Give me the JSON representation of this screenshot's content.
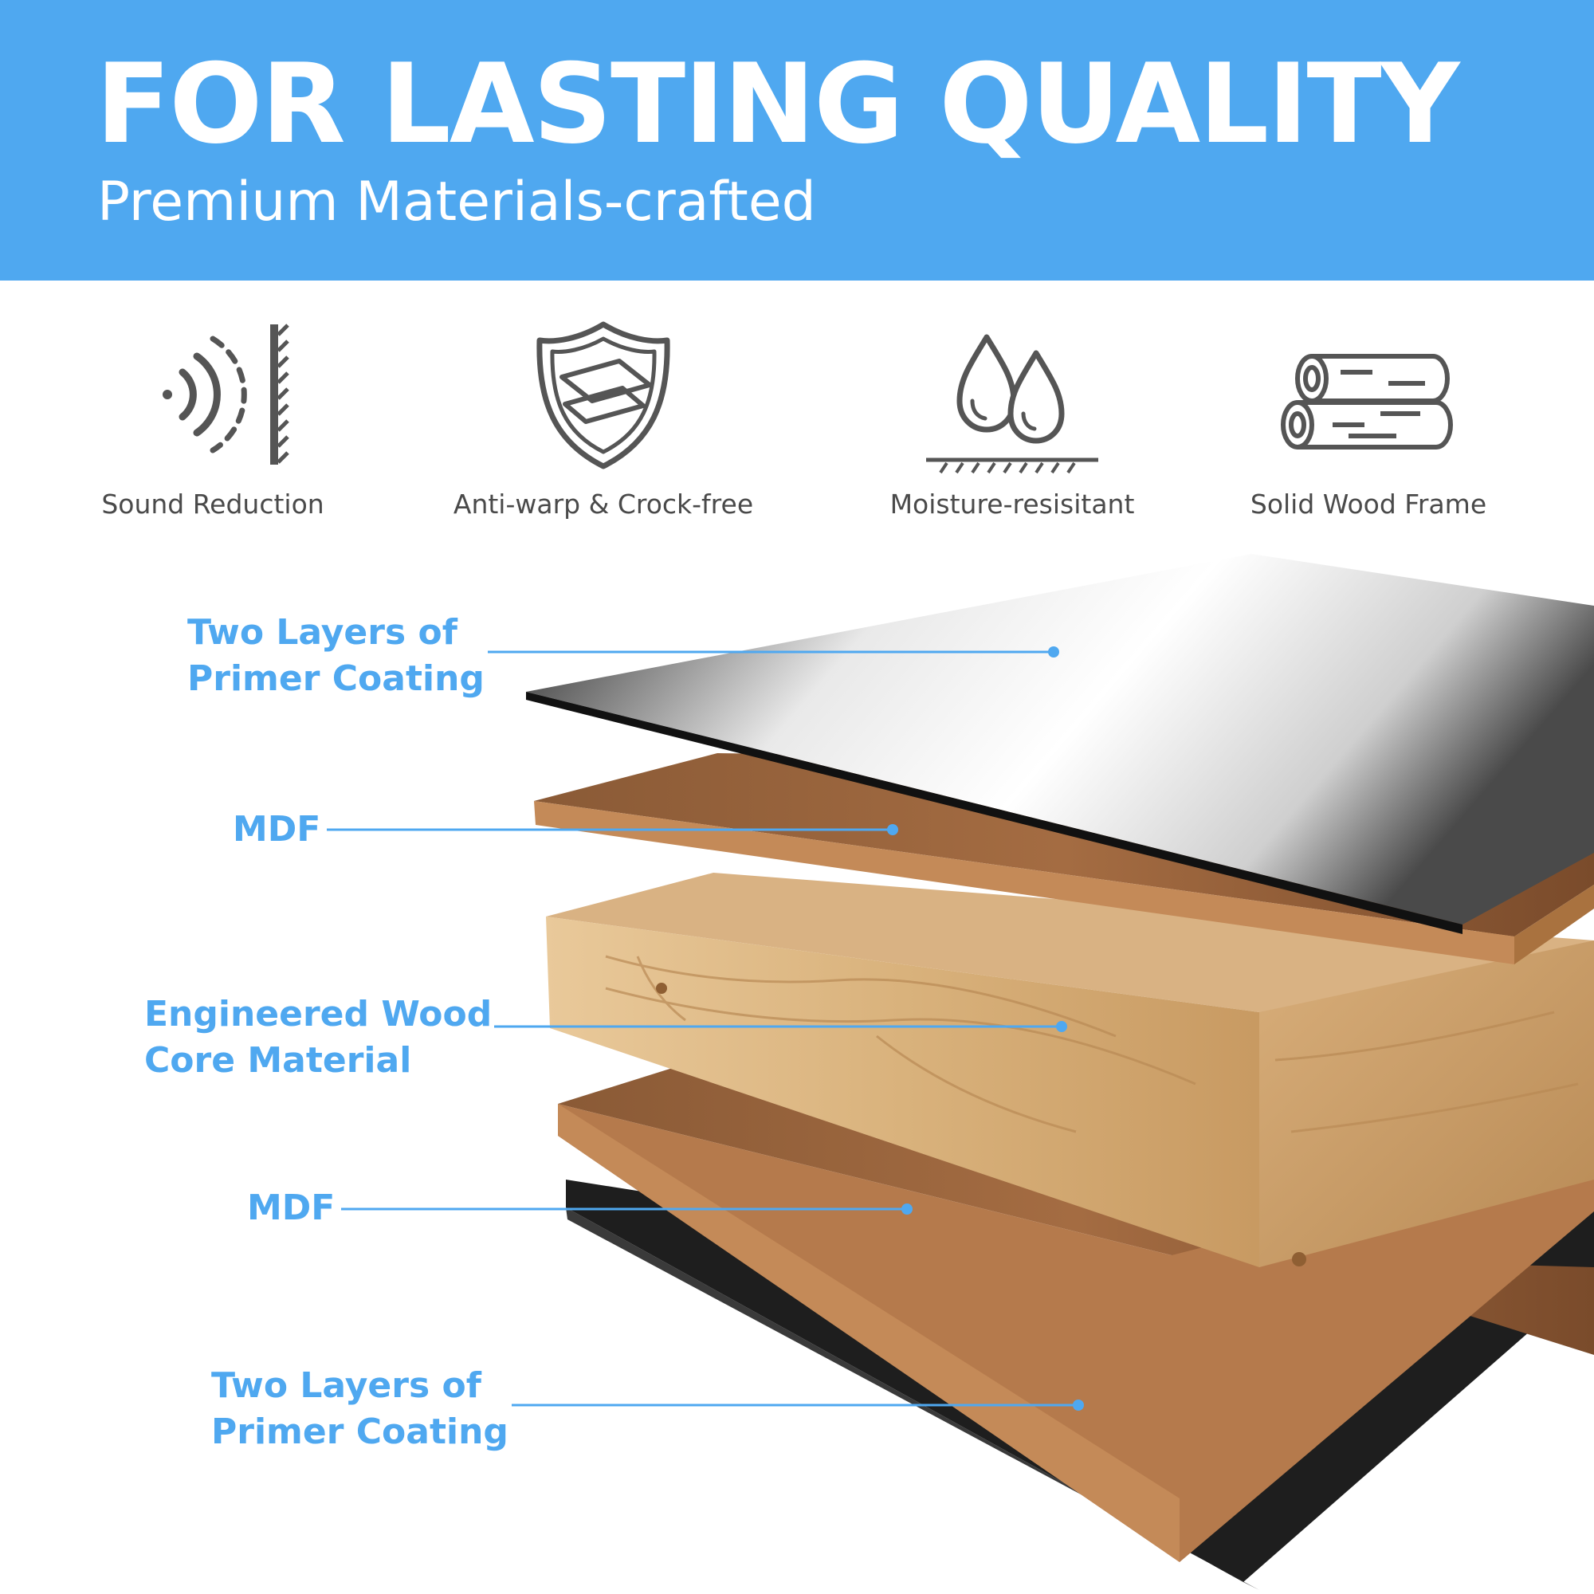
{
  "banner": {
    "title": "FOR LASTING QUALITY",
    "subtitle": "Premium Materials-crafted"
  },
  "features": [
    {
      "label": "Sound Reduction",
      "icon": "sound-reduction-icon"
    },
    {
      "label": "Anti-warp & Crock-free",
      "icon": "shield-icon"
    },
    {
      "label": "Moisture-resisitant",
      "icon": "water-drops-icon"
    },
    {
      "label": "Solid Wood Frame",
      "icon": "wood-logs-icon"
    }
  ],
  "layers": [
    {
      "line1": "Two Layers of",
      "line2": "Primer Coating"
    },
    {
      "line1": "MDF",
      "line2": ""
    },
    {
      "line1": "Engineered Wood",
      "line2": "Core Material"
    },
    {
      "line1": "MDF",
      "line2": ""
    },
    {
      "line1": "Two Layers of",
      "line2": "Primer Coating"
    }
  ],
  "colors": {
    "accent": "#4fa8f0",
    "icon": "#555555",
    "label_text": "#4a4a4a"
  }
}
